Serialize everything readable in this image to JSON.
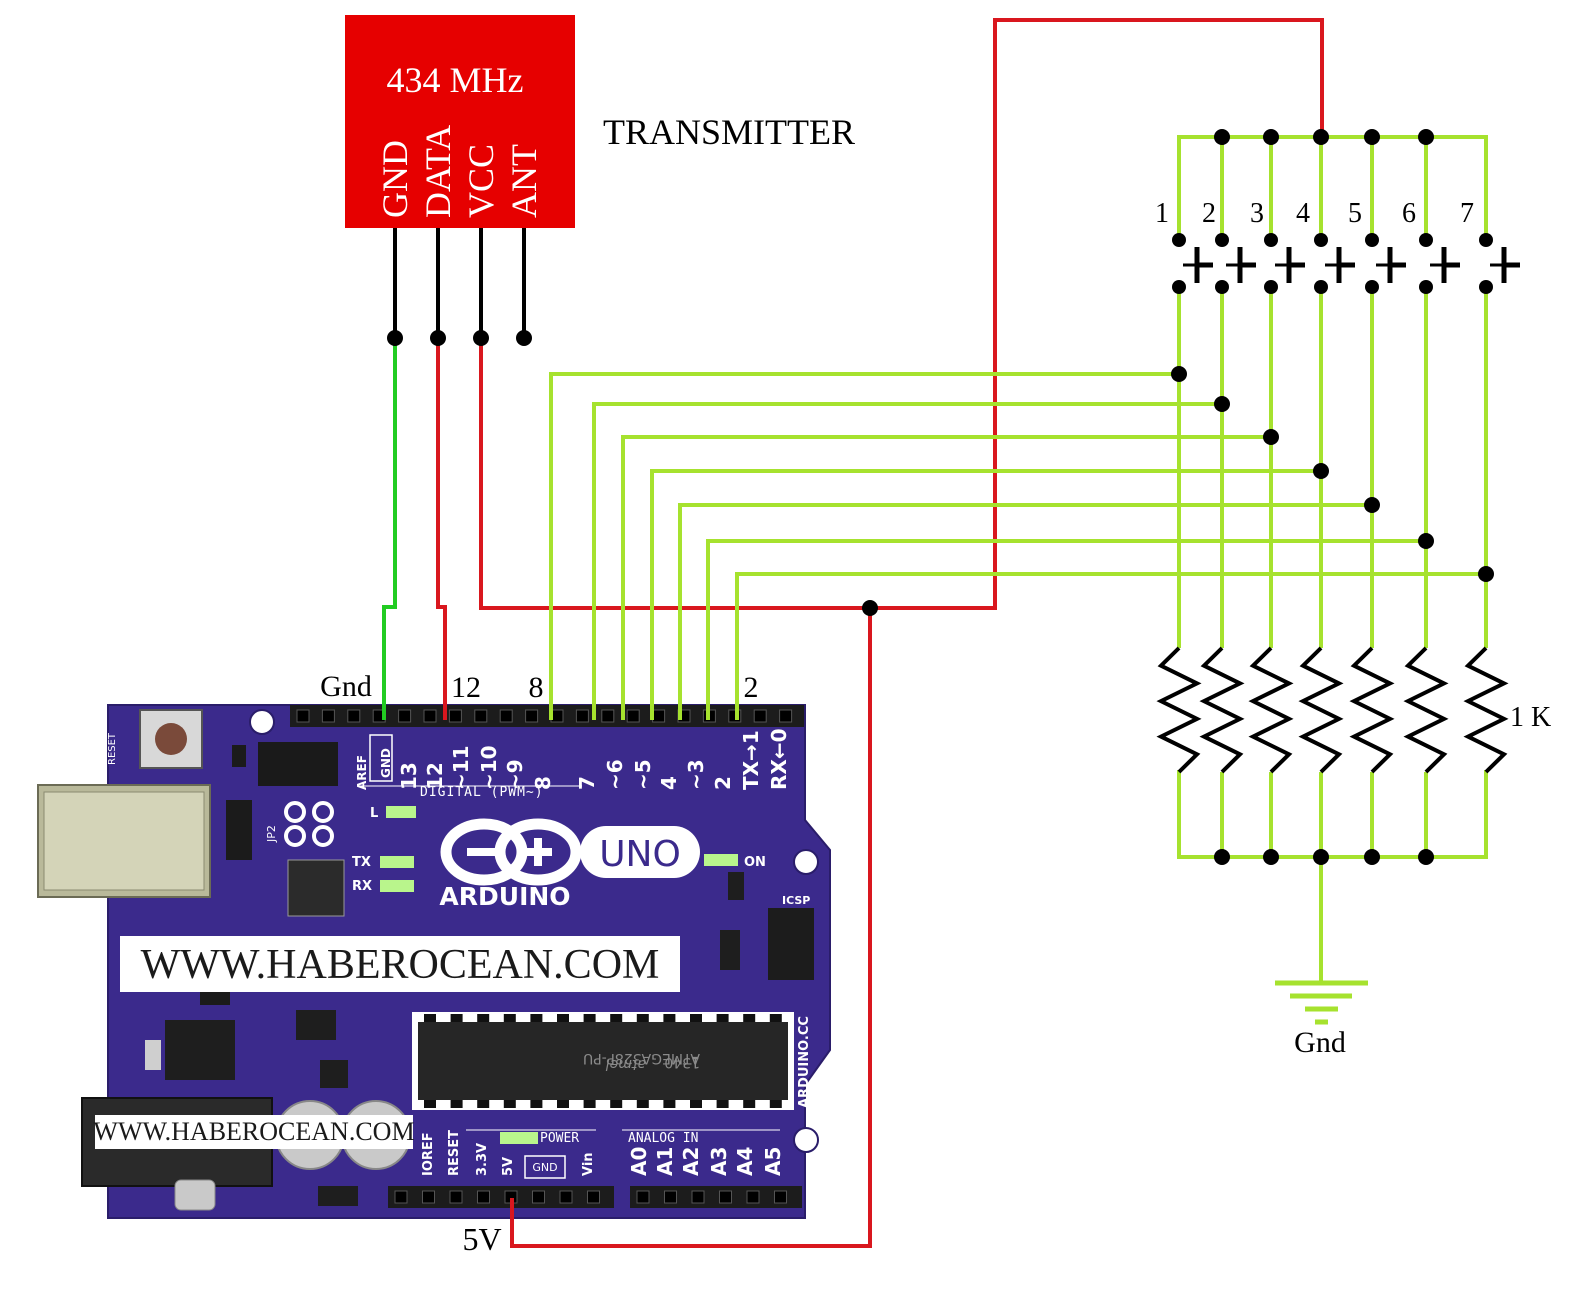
{
  "transmitter": {
    "frequency": "434 MHz",
    "title": "TRANSMITTER",
    "pins": [
      "GND",
      "DATA",
      "VCC",
      "ANT"
    ]
  },
  "arduino": {
    "pin_labels": {
      "gnd": "Gnd",
      "pin12": "12",
      "pin8": "8",
      "pin2": "2",
      "fivev": "5V"
    },
    "header_digital": [
      "AREF",
      "GND",
      "13",
      "12",
      "~11",
      "~10",
      "~9",
      "8",
      "7",
      "~6",
      "~5",
      "4",
      "~3",
      "2",
      "TX→1",
      "RX←0"
    ],
    "digital_caption": "DIGITAL (PWM~)",
    "logo_text": "ARDUINO",
    "model": "UNO",
    "on_label": "ON",
    "tx_label": "TX",
    "rx_label": "RX",
    "l_label": "L",
    "icsp_label": "ICSP",
    "reset_label": "RESET",
    "chip_text": "ATMEGA328P-PU",
    "chip_code": "1340",
    "brand_text": "atmel",
    "arduino_cc": "ARDUINO.CC",
    "power_caption": "POWER",
    "analog_caption": "ANALOG IN",
    "power_pins": [
      "IOREF",
      "RESET",
      "3.3V",
      "5V",
      "GND",
      "Vin"
    ],
    "analog_pins": [
      "A0",
      "A1",
      "A2",
      "A3",
      "A4",
      "A5"
    ],
    "jp2_label": "JP2",
    "watermark_large": "WWW.HABEROCEAN.COM",
    "watermark_small": "WWW.HABEROCEAN.COM"
  },
  "buttons": {
    "labels": [
      "1",
      "2",
      "3",
      "4",
      "5",
      "6",
      "7"
    ]
  },
  "resistors": {
    "value": "1 K"
  },
  "ground": {
    "label": "Gnd"
  },
  "colors": {
    "wire_green": "#a6e22e",
    "wire_red": "#d9171e",
    "wire_gnd": "#22cc22",
    "board": "#3b2a8c",
    "transmitter": "#e60000"
  }
}
